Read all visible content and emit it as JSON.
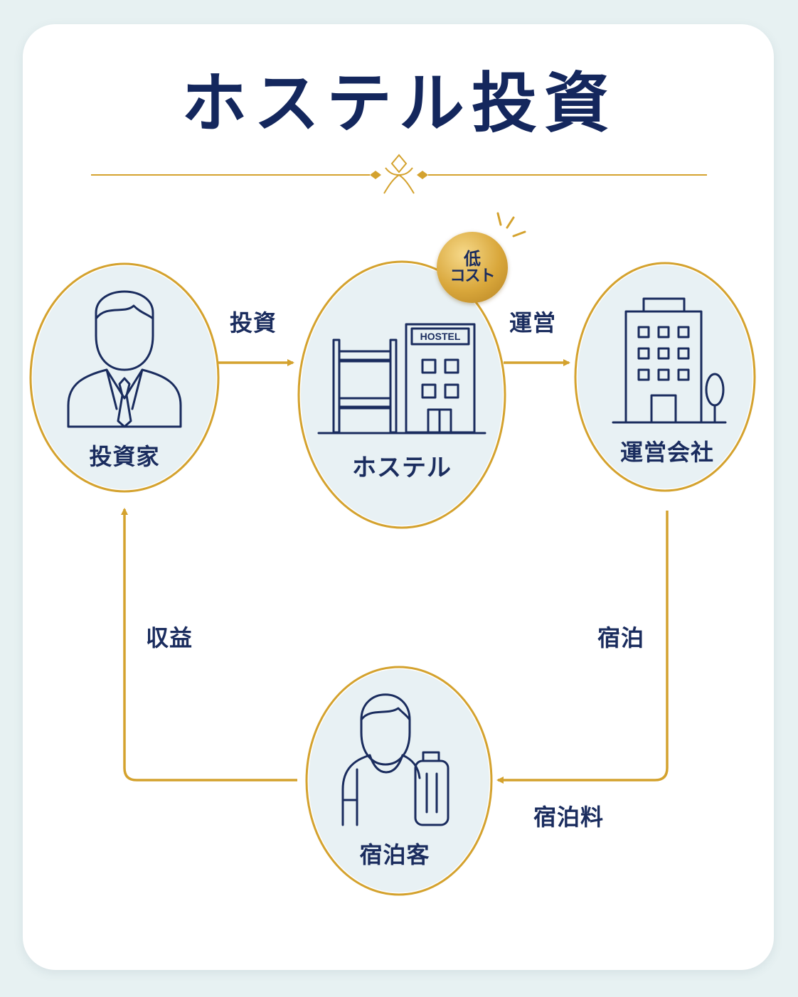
{
  "title": "ホステル投資",
  "nodes": {
    "investor": "投資家",
    "hostel": "ホステル",
    "operator": "運営会社",
    "guest": "宿泊客"
  },
  "hostel_sign": "HOSTEL",
  "badge": {
    "line1": "低",
    "line2": "コスト"
  },
  "flows": {
    "investment": "投資",
    "operation": "運営",
    "stay": "宿泊",
    "fee": "宿泊料",
    "revenue": "収益"
  },
  "colors": {
    "navy": "#14275d",
    "gold": "#d4a22e",
    "circle_fill": "#e8f1f4",
    "background": "#e7f1f2"
  }
}
